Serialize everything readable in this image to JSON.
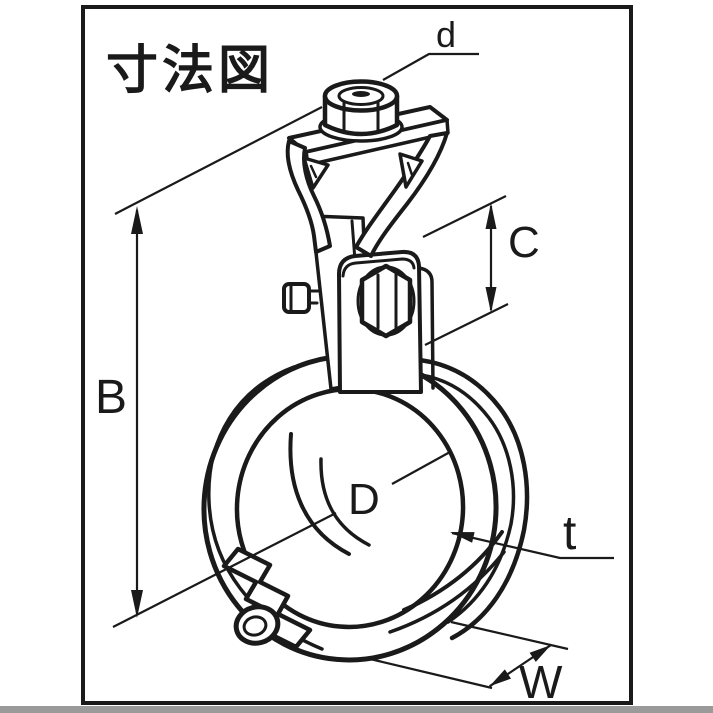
{
  "title": "寸法図",
  "colors": {
    "ink": "#1a1a1a",
    "paper": "#ffffff",
    "shadow": "#9a9a9a"
  },
  "labels": {
    "rod_diameter": "d",
    "fitting_height": "C",
    "overall_height": "B",
    "clamp_diameter": "D",
    "band_thickness": "t",
    "band_width": "W"
  }
}
